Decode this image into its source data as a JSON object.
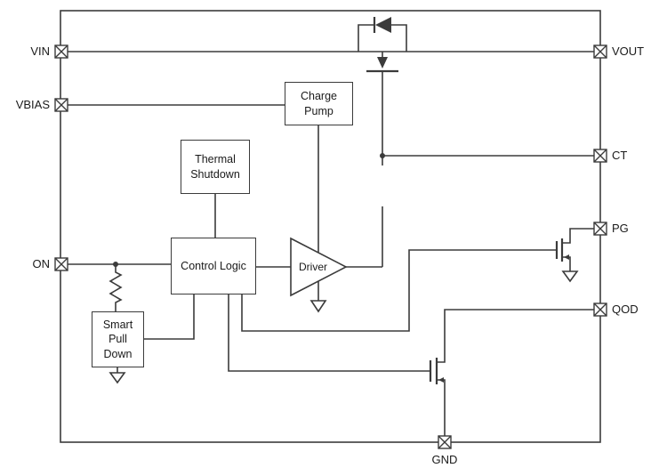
{
  "diagram": {
    "type": "functional-block-diagram",
    "background": "#ffffff",
    "line_color": "#3b3b3b",
    "text_color": "#1a1a1a"
  },
  "pins": {
    "vin": "VIN",
    "vbias": "VBIAS",
    "on": "ON",
    "vout": "VOUT",
    "ct": "CT",
    "pg": "PG",
    "qod": "QOD",
    "gnd": "GND"
  },
  "blocks": {
    "charge_pump": "Charge\nPump",
    "thermal_shutdown": "Thermal\nShutdown",
    "control_logic": "Control Logic",
    "driver": "Driver",
    "smart_pull_down": "Smart\nPull\nDown"
  }
}
